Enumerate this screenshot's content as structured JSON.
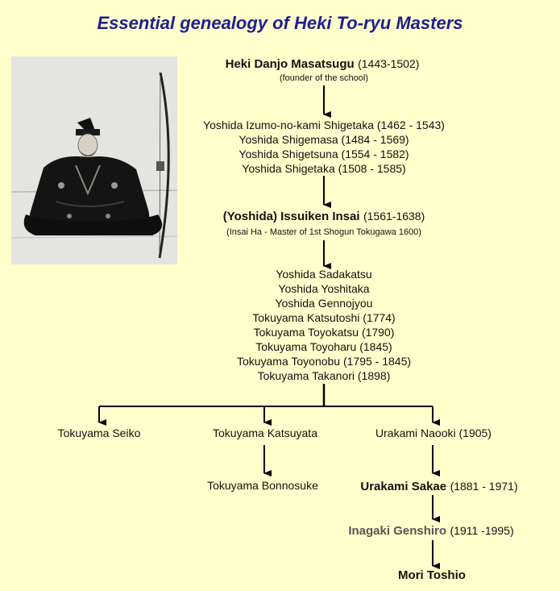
{
  "title": "Essential genealogy of Heki To-ryu Masters",
  "founder": {
    "name": "Heki Danjo Masatsugu",
    "dates": "(1443-1502)",
    "note": "(founder of the school)"
  },
  "group1": [
    "Yoshida Izumo-no-kami Shigetaka (1462 - 1543)",
    "Yoshida Shigemasa (1484 - 1569)",
    "Yoshida Shigetsuna (1554 - 1582)",
    "Yoshida Shigetaka (1508 - 1585)"
  ],
  "issuiken": {
    "name": "(Yoshida) Issuiken Insai",
    "dates": "(1561-1638)",
    "note": "(Insai Ha - Master of 1st Shogun Tokugawa 1600)"
  },
  "group2": [
    "Yoshida Sadakatsu",
    "Yoshida Yoshitaka",
    "Yoshida Gennojyou",
    "Tokuyama Katsutoshi (1774)",
    "Tokuyama Toyokatsu (1790)",
    "Tokuyama Toyoharu (1845)",
    "Tokuyama Toyonobu (1795 - 1845)",
    "Tokuyama Takanori (1898)"
  ],
  "branches": {
    "left": "Tokuyama Seiko",
    "middle": "Tokuyama Katsuyata",
    "middle_child": "Tokuyama Bonnosuke",
    "right": "Urakami Naooki (1905)"
  },
  "sakae": {
    "name": "Urakami Sakae",
    "dates": "(1881 - 1971)"
  },
  "inagaki": {
    "name": "Inagaki Genshiro",
    "dates": "(1911 -1995)"
  },
  "mori": {
    "name": "Mori Toshio"
  },
  "colors": {
    "background": "#ffffcc",
    "title": "#1f1f8f",
    "arrow": "#000000"
  }
}
